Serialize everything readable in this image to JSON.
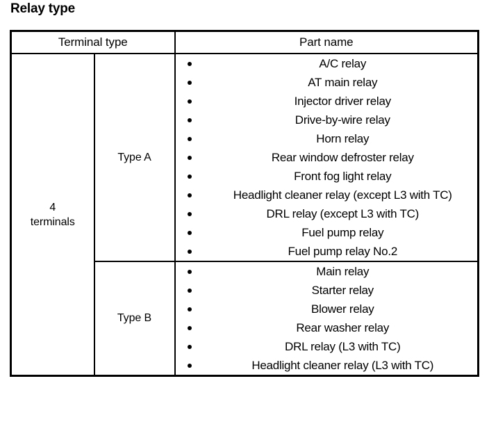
{
  "page": {
    "title": "Relay type"
  },
  "table": {
    "headers": {
      "terminal_type": "Terminal type",
      "part_name": "Part name"
    },
    "terminals_label": {
      "line1": "4",
      "line2": "terminals"
    },
    "rows": [
      {
        "type_label": "Type A",
        "parts": [
          "A/C relay",
          "AT main relay",
          "Injector driver relay",
          "Drive-by-wire relay",
          "Horn relay",
          "Rear window defroster relay",
          "Front fog light relay",
          "Headlight cleaner relay (except L3 with TC)",
          "DRL relay (except L3 with TC)",
          "Fuel pump relay",
          "Fuel pump relay No.2"
        ]
      },
      {
        "type_label": "Type B",
        "parts": [
          "Main relay",
          "Starter relay",
          "Blower relay",
          "Rear washer relay",
          "DRL relay (L3 with TC)",
          "Headlight cleaner relay (L3 with TC)"
        ]
      }
    ]
  },
  "colors": {
    "ink": "#000000",
    "paper": "#ffffff"
  }
}
